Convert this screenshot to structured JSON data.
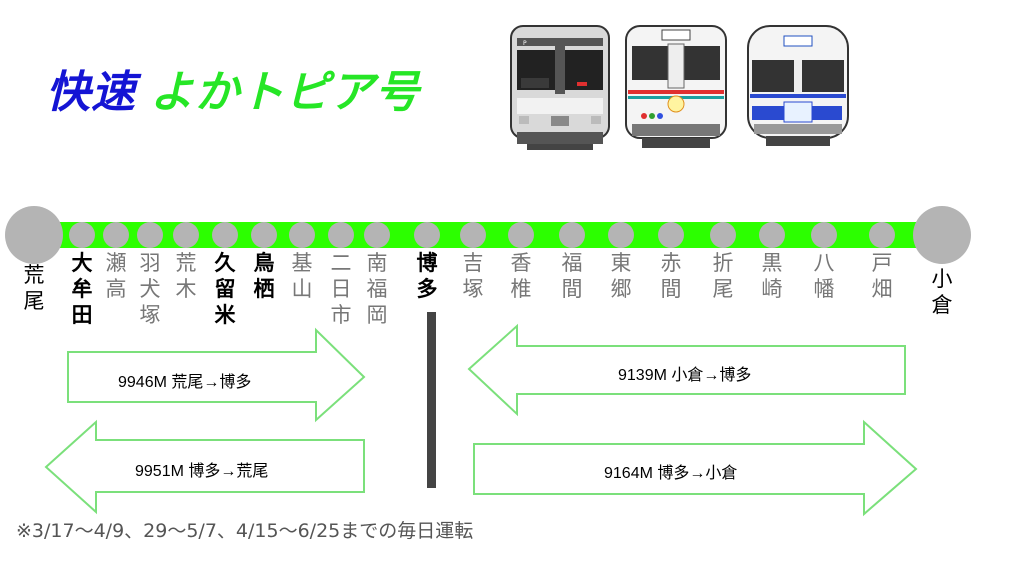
{
  "title": {
    "service_type": "快速",
    "name": "よかトピア号"
  },
  "trains": [
    {
      "icon": "train-813-icon"
    },
    {
      "icon": "train-713-icon"
    },
    {
      "icon": "train-415-icon"
    }
  ],
  "route": {
    "line_color": "#2cff00",
    "stations": [
      {
        "name": "荒尾",
        "style": "term"
      },
      {
        "name": "大牟田",
        "style": "main"
      },
      {
        "name": "瀬高",
        "style": "minor"
      },
      {
        "name": "羽犬塚",
        "style": "minor"
      },
      {
        "name": "荒木",
        "style": "minor"
      },
      {
        "name": "久留米",
        "style": "main"
      },
      {
        "name": "鳥栖",
        "style": "main"
      },
      {
        "name": "基山",
        "style": "minor"
      },
      {
        "name": "二日市",
        "style": "minor"
      },
      {
        "name": "南福岡",
        "style": "minor"
      },
      {
        "name": "博多",
        "style": "main"
      },
      {
        "name": "吉塚",
        "style": "minor"
      },
      {
        "name": "香椎",
        "style": "minor"
      },
      {
        "name": "福間",
        "style": "minor"
      },
      {
        "name": "東郷",
        "style": "minor"
      },
      {
        "name": "赤間",
        "style": "minor"
      },
      {
        "name": "折尾",
        "style": "minor"
      },
      {
        "name": "黒崎",
        "style": "minor"
      },
      {
        "name": "八幡",
        "style": "minor"
      },
      {
        "name": "戸畑",
        "style": "minor"
      },
      {
        "name": "小倉",
        "style": "term"
      }
    ]
  },
  "services": [
    {
      "label": "9946M 荒尾→博多",
      "direction": "right"
    },
    {
      "label": "9951M 博多→荒尾",
      "direction": "left"
    },
    {
      "label": "9139M 小倉→博多",
      "direction": "left"
    },
    {
      "label": "9164M 博多→小倉",
      "direction": "right"
    }
  ],
  "note": "※3/17〜4/9、29〜5/7、4/15〜6/25までの毎日運転"
}
